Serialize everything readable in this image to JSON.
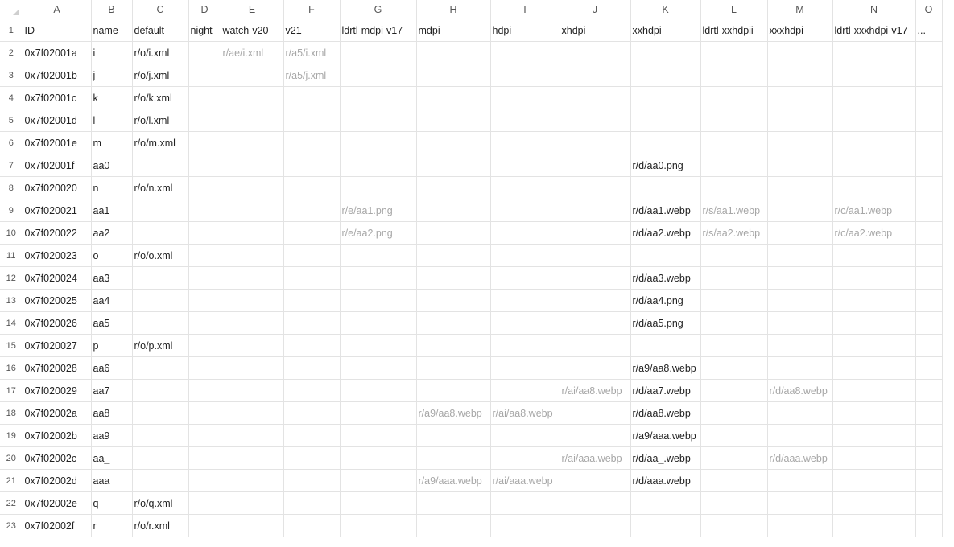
{
  "sheet": {
    "column_letters": [
      "A",
      "B",
      "C",
      "D",
      "E",
      "F",
      "G",
      "H",
      "I",
      "J",
      "K",
      "L",
      "M",
      "N",
      "O"
    ],
    "rows": [
      {
        "n": "1",
        "cells": [
          {
            "t": "ID"
          },
          {
            "t": "name"
          },
          {
            "t": "default"
          },
          {
            "t": "night"
          },
          {
            "t": "watch-v20"
          },
          {
            "t": "v21"
          },
          {
            "t": "ldrtl-mdpi-v17"
          },
          {
            "t": "mdpi"
          },
          {
            "t": "hdpi"
          },
          {
            "t": "xhdpi"
          },
          {
            "t": "xxhdpi"
          },
          {
            "t": "ldrtl-xxhdpii"
          },
          {
            "t": "xxxhdpi"
          },
          {
            "t": "ldrtl-xxxhdpi-v17"
          },
          {
            "t": "..."
          }
        ]
      },
      {
        "n": "2",
        "cells": [
          {
            "t": "0x7f02001a"
          },
          {
            "t": "i"
          },
          {
            "t": "r/o/i.xml"
          },
          {
            "t": ""
          },
          {
            "t": "r/ae/i.xml",
            "g": true
          },
          {
            "t": "r/a5/i.xml",
            "g": true
          },
          {
            "t": ""
          },
          {
            "t": ""
          },
          {
            "t": ""
          },
          {
            "t": ""
          },
          {
            "t": ""
          },
          {
            "t": ""
          },
          {
            "t": ""
          },
          {
            "t": ""
          },
          {
            "t": ""
          }
        ]
      },
      {
        "n": "3",
        "cells": [
          {
            "t": "0x7f02001b"
          },
          {
            "t": "j"
          },
          {
            "t": "r/o/j.xml"
          },
          {
            "t": ""
          },
          {
            "t": ""
          },
          {
            "t": "r/a5/j.xml",
            "g": true
          },
          {
            "t": ""
          },
          {
            "t": ""
          },
          {
            "t": ""
          },
          {
            "t": ""
          },
          {
            "t": ""
          },
          {
            "t": ""
          },
          {
            "t": ""
          },
          {
            "t": ""
          },
          {
            "t": ""
          }
        ]
      },
      {
        "n": "4",
        "cells": [
          {
            "t": "0x7f02001c"
          },
          {
            "t": "k"
          },
          {
            "t": "r/o/k.xml"
          },
          {
            "t": ""
          },
          {
            "t": ""
          },
          {
            "t": ""
          },
          {
            "t": ""
          },
          {
            "t": ""
          },
          {
            "t": ""
          },
          {
            "t": ""
          },
          {
            "t": ""
          },
          {
            "t": ""
          },
          {
            "t": ""
          },
          {
            "t": ""
          },
          {
            "t": ""
          }
        ]
      },
      {
        "n": "5",
        "cells": [
          {
            "t": "0x7f02001d"
          },
          {
            "t": "l"
          },
          {
            "t": "r/o/l.xml"
          },
          {
            "t": ""
          },
          {
            "t": ""
          },
          {
            "t": ""
          },
          {
            "t": ""
          },
          {
            "t": ""
          },
          {
            "t": ""
          },
          {
            "t": ""
          },
          {
            "t": ""
          },
          {
            "t": ""
          },
          {
            "t": ""
          },
          {
            "t": ""
          },
          {
            "t": ""
          }
        ]
      },
      {
        "n": "6",
        "cells": [
          {
            "t": "0x7f02001e"
          },
          {
            "t": "m"
          },
          {
            "t": "r/o/m.xml"
          },
          {
            "t": ""
          },
          {
            "t": ""
          },
          {
            "t": ""
          },
          {
            "t": ""
          },
          {
            "t": ""
          },
          {
            "t": ""
          },
          {
            "t": ""
          },
          {
            "t": ""
          },
          {
            "t": ""
          },
          {
            "t": ""
          },
          {
            "t": ""
          },
          {
            "t": ""
          }
        ]
      },
      {
        "n": "7",
        "cells": [
          {
            "t": "0x7f02001f"
          },
          {
            "t": "aa0"
          },
          {
            "t": ""
          },
          {
            "t": ""
          },
          {
            "t": ""
          },
          {
            "t": ""
          },
          {
            "t": ""
          },
          {
            "t": ""
          },
          {
            "t": ""
          },
          {
            "t": ""
          },
          {
            "t": "r/d/aa0.png"
          },
          {
            "t": ""
          },
          {
            "t": ""
          },
          {
            "t": ""
          },
          {
            "t": ""
          }
        ]
      },
      {
        "n": "8",
        "cells": [
          {
            "t": "0x7f020020"
          },
          {
            "t": "n"
          },
          {
            "t": "r/o/n.xml"
          },
          {
            "t": ""
          },
          {
            "t": ""
          },
          {
            "t": ""
          },
          {
            "t": ""
          },
          {
            "t": ""
          },
          {
            "t": ""
          },
          {
            "t": ""
          },
          {
            "t": ""
          },
          {
            "t": ""
          },
          {
            "t": ""
          },
          {
            "t": ""
          },
          {
            "t": ""
          }
        ]
      },
      {
        "n": "9",
        "cells": [
          {
            "t": "0x7f020021"
          },
          {
            "t": "aa1"
          },
          {
            "t": ""
          },
          {
            "t": ""
          },
          {
            "t": ""
          },
          {
            "t": ""
          },
          {
            "t": "r/e/aa1.png",
            "g": true
          },
          {
            "t": ""
          },
          {
            "t": ""
          },
          {
            "t": ""
          },
          {
            "t": "r/d/aa1.webp"
          },
          {
            "t": "r/s/aa1.webp",
            "g": true
          },
          {
            "t": ""
          },
          {
            "t": "r/c/aa1.webp",
            "g": true
          },
          {
            "t": ""
          }
        ]
      },
      {
        "n": "10",
        "cells": [
          {
            "t": "0x7f020022"
          },
          {
            "t": "aa2"
          },
          {
            "t": ""
          },
          {
            "t": ""
          },
          {
            "t": ""
          },
          {
            "t": ""
          },
          {
            "t": "r/e/aa2.png",
            "g": true
          },
          {
            "t": ""
          },
          {
            "t": ""
          },
          {
            "t": ""
          },
          {
            "t": "r/d/aa2.webp"
          },
          {
            "t": "r/s/aa2.webp",
            "g": true
          },
          {
            "t": ""
          },
          {
            "t": "r/c/aa2.webp",
            "g": true
          },
          {
            "t": ""
          }
        ]
      },
      {
        "n": "11",
        "cells": [
          {
            "t": "0x7f020023"
          },
          {
            "t": "o"
          },
          {
            "t": "r/o/o.xml"
          },
          {
            "t": ""
          },
          {
            "t": ""
          },
          {
            "t": ""
          },
          {
            "t": ""
          },
          {
            "t": ""
          },
          {
            "t": ""
          },
          {
            "t": ""
          },
          {
            "t": ""
          },
          {
            "t": ""
          },
          {
            "t": ""
          },
          {
            "t": ""
          },
          {
            "t": ""
          }
        ]
      },
      {
        "n": "12",
        "cells": [
          {
            "t": "0x7f020024"
          },
          {
            "t": "aa3"
          },
          {
            "t": ""
          },
          {
            "t": ""
          },
          {
            "t": ""
          },
          {
            "t": ""
          },
          {
            "t": ""
          },
          {
            "t": ""
          },
          {
            "t": ""
          },
          {
            "t": ""
          },
          {
            "t": "r/d/aa3.webp"
          },
          {
            "t": ""
          },
          {
            "t": ""
          },
          {
            "t": ""
          },
          {
            "t": ""
          }
        ]
      },
      {
        "n": "13",
        "cells": [
          {
            "t": "0x7f020025"
          },
          {
            "t": "aa4"
          },
          {
            "t": ""
          },
          {
            "t": ""
          },
          {
            "t": ""
          },
          {
            "t": ""
          },
          {
            "t": ""
          },
          {
            "t": ""
          },
          {
            "t": ""
          },
          {
            "t": ""
          },
          {
            "t": "r/d/aa4.png"
          },
          {
            "t": ""
          },
          {
            "t": ""
          },
          {
            "t": ""
          },
          {
            "t": ""
          }
        ]
      },
      {
        "n": "14",
        "cells": [
          {
            "t": "0x7f020026"
          },
          {
            "t": "aa5"
          },
          {
            "t": ""
          },
          {
            "t": ""
          },
          {
            "t": ""
          },
          {
            "t": ""
          },
          {
            "t": ""
          },
          {
            "t": ""
          },
          {
            "t": ""
          },
          {
            "t": ""
          },
          {
            "t": "r/d/aa5.png"
          },
          {
            "t": ""
          },
          {
            "t": ""
          },
          {
            "t": ""
          },
          {
            "t": ""
          }
        ]
      },
      {
        "n": "15",
        "cells": [
          {
            "t": "0x7f020027"
          },
          {
            "t": "p"
          },
          {
            "t": "r/o/p.xml"
          },
          {
            "t": ""
          },
          {
            "t": ""
          },
          {
            "t": ""
          },
          {
            "t": ""
          },
          {
            "t": ""
          },
          {
            "t": ""
          },
          {
            "t": ""
          },
          {
            "t": ""
          },
          {
            "t": ""
          },
          {
            "t": ""
          },
          {
            "t": ""
          },
          {
            "t": ""
          }
        ]
      },
      {
        "n": "16",
        "cells": [
          {
            "t": "0x7f020028"
          },
          {
            "t": "aa6"
          },
          {
            "t": ""
          },
          {
            "t": ""
          },
          {
            "t": ""
          },
          {
            "t": ""
          },
          {
            "t": ""
          },
          {
            "t": ""
          },
          {
            "t": ""
          },
          {
            "t": ""
          },
          {
            "t": "r/a9/aa8.webp"
          },
          {
            "t": ""
          },
          {
            "t": ""
          },
          {
            "t": ""
          },
          {
            "t": ""
          }
        ]
      },
      {
        "n": "17",
        "cells": [
          {
            "t": "0x7f020029"
          },
          {
            "t": "aa7"
          },
          {
            "t": ""
          },
          {
            "t": ""
          },
          {
            "t": ""
          },
          {
            "t": ""
          },
          {
            "t": ""
          },
          {
            "t": ""
          },
          {
            "t": ""
          },
          {
            "t": "r/ai/aa8.webp",
            "g": true
          },
          {
            "t": "r/d/aa7.webp"
          },
          {
            "t": ""
          },
          {
            "t": "r/d/aa8.webp",
            "g": true
          },
          {
            "t": ""
          },
          {
            "t": ""
          }
        ]
      },
      {
        "n": "18",
        "cells": [
          {
            "t": "0x7f02002a"
          },
          {
            "t": "aa8"
          },
          {
            "t": ""
          },
          {
            "t": ""
          },
          {
            "t": ""
          },
          {
            "t": ""
          },
          {
            "t": ""
          },
          {
            "t": "r/a9/aa8.webp",
            "g": true
          },
          {
            "t": "r/ai/aa8.webp",
            "g": true
          },
          {
            "t": ""
          },
          {
            "t": "r/d/aa8.webp"
          },
          {
            "t": ""
          },
          {
            "t": ""
          },
          {
            "t": ""
          },
          {
            "t": ""
          }
        ]
      },
      {
        "n": "19",
        "cells": [
          {
            "t": "0x7f02002b"
          },
          {
            "t": "aa9"
          },
          {
            "t": ""
          },
          {
            "t": ""
          },
          {
            "t": ""
          },
          {
            "t": ""
          },
          {
            "t": ""
          },
          {
            "t": ""
          },
          {
            "t": ""
          },
          {
            "t": ""
          },
          {
            "t": "r/a9/aaa.webp"
          },
          {
            "t": ""
          },
          {
            "t": ""
          },
          {
            "t": ""
          },
          {
            "t": ""
          }
        ]
      },
      {
        "n": "20",
        "cells": [
          {
            "t": "0x7f02002c"
          },
          {
            "t": "aa_"
          },
          {
            "t": ""
          },
          {
            "t": ""
          },
          {
            "t": ""
          },
          {
            "t": ""
          },
          {
            "t": ""
          },
          {
            "t": ""
          },
          {
            "t": ""
          },
          {
            "t": "r/ai/aaa.webp",
            "g": true
          },
          {
            "t": "r/d/aa_.webp"
          },
          {
            "t": ""
          },
          {
            "t": "r/d/aaa.webp",
            "g": true
          },
          {
            "t": ""
          },
          {
            "t": ""
          }
        ]
      },
      {
        "n": "21",
        "cells": [
          {
            "t": "0x7f02002d"
          },
          {
            "t": "aaa"
          },
          {
            "t": ""
          },
          {
            "t": ""
          },
          {
            "t": ""
          },
          {
            "t": ""
          },
          {
            "t": ""
          },
          {
            "t": "r/a9/aaa.webp",
            "g": true
          },
          {
            "t": "r/ai/aaa.webp",
            "g": true
          },
          {
            "t": ""
          },
          {
            "t": "r/d/aaa.webp"
          },
          {
            "t": ""
          },
          {
            "t": ""
          },
          {
            "t": ""
          },
          {
            "t": ""
          }
        ]
      },
      {
        "n": "22",
        "cells": [
          {
            "t": "0x7f02002e"
          },
          {
            "t": "q"
          },
          {
            "t": "r/o/q.xml"
          },
          {
            "t": ""
          },
          {
            "t": ""
          },
          {
            "t": ""
          },
          {
            "t": ""
          },
          {
            "t": ""
          },
          {
            "t": ""
          },
          {
            "t": ""
          },
          {
            "t": ""
          },
          {
            "t": ""
          },
          {
            "t": ""
          },
          {
            "t": ""
          },
          {
            "t": ""
          }
        ]
      },
      {
        "n": "23",
        "cells": [
          {
            "t": "0x7f02002f"
          },
          {
            "t": "r"
          },
          {
            "t": "r/o/r.xml"
          },
          {
            "t": ""
          },
          {
            "t": ""
          },
          {
            "t": ""
          },
          {
            "t": ""
          },
          {
            "t": ""
          },
          {
            "t": ""
          },
          {
            "t": ""
          },
          {
            "t": ""
          },
          {
            "t": ""
          },
          {
            "t": ""
          },
          {
            "t": ""
          },
          {
            "t": ""
          }
        ]
      }
    ]
  }
}
